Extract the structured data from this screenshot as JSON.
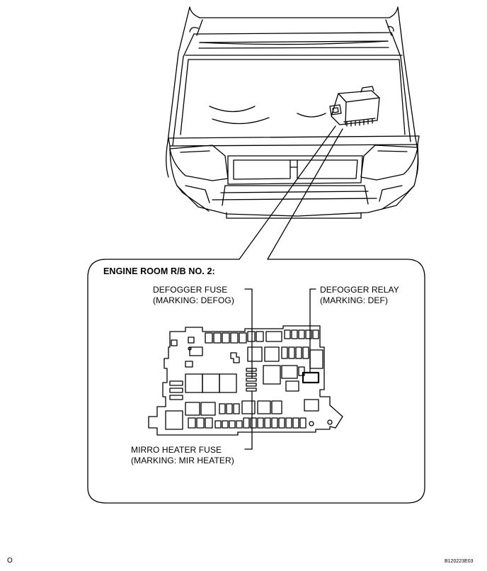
{
  "panel": {
    "title": "ENGINE ROOM R/B NO. 2:"
  },
  "callouts": {
    "defogger_fuse": {
      "line1": "DEFOGGER FUSE",
      "line2": "(MARKING: DEFOG)"
    },
    "defogger_relay": {
      "line1": "DEFOGGER RELAY",
      "line2": "(MARKING: DEF)"
    },
    "mirror_heater_fuse": {
      "line1": "MIRRO HEATER FUSE",
      "line2": "(MARKING: MIR HEATER)"
    }
  },
  "footer": {
    "left_mark": "O",
    "figure_code": "B120223E03"
  },
  "colors": {
    "line": "#000000",
    "background": "#ffffff"
  }
}
